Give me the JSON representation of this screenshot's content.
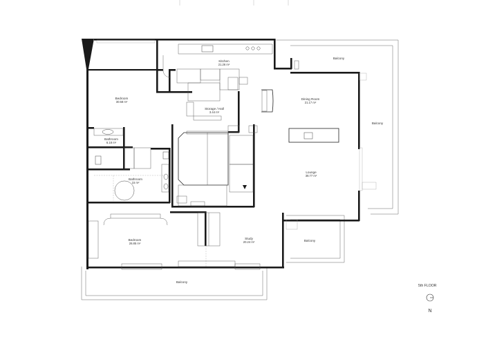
{
  "floor_label": "5th FLOOR",
  "north_letter": "N",
  "rooms": {
    "kitchen": {
      "name": "Kitchen",
      "area": "21.26 m²"
    },
    "bedroom_nw": {
      "name": "Bedroom",
      "area": "30.58 m²"
    },
    "storage": {
      "name": "Storage / Hall",
      "area": "3.44 m²"
    },
    "dining": {
      "name": "Dining Room",
      "area": "21.17 m²"
    },
    "bathroom_1": {
      "name": "Bathroom",
      "area": "6.18 m²"
    },
    "lounge": {
      "name": "Lounge",
      "area": "38.77 m²"
    },
    "bathroom_2": {
      "name": "Bathroom",
      "area": "15 m²"
    },
    "bedroom_sw": {
      "name": "Bedroom",
      "area": "26.85 m²"
    },
    "study": {
      "name": "Study",
      "area": "20.24 m²"
    }
  },
  "balconies": {
    "north": "Balcony",
    "east": "Balcony",
    "south_east": "Balcony",
    "south": "Balcony"
  }
}
